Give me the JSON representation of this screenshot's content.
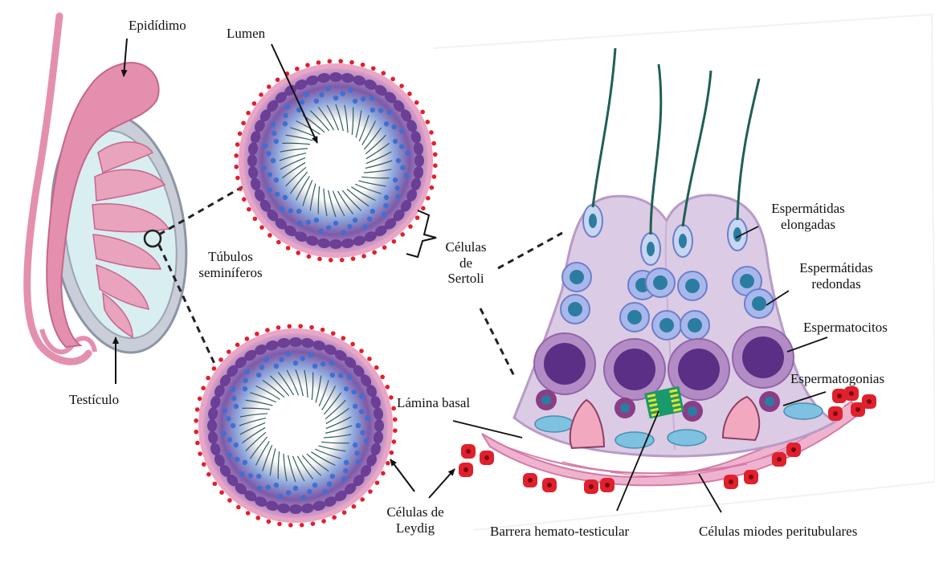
{
  "labels": {
    "epididimo": "Epidídimo",
    "testiculo": "Testículo",
    "lumen": "Lumen",
    "tubulos_1": "Túbulos",
    "tubulos_2": "seminíferos",
    "sertoli_1": "Células",
    "sertoli_2": "de",
    "sertoli_3": "Sertoli",
    "leydig_1": "Células de",
    "leydig_2": "Leydig",
    "lamina_basal": "Lámina basal",
    "barrera": "Barrera hemato-testicular",
    "miodes": "Células miodes peritubulares",
    "elongadas_1": "Espermátidas",
    "elongadas_2": "elongadas",
    "redondas_1": "Espermátidas",
    "redondas_2": "redondas",
    "espermatocitos": "Espermatocitos",
    "espermatogonias": "Espermatogonias"
  },
  "colors": {
    "testis_pink": "#e58fae",
    "testis_dark": "#c5668c",
    "capsule_gray": "#9aa4b4",
    "tubule_purple": "#6b3f95",
    "tubule_pink": "#e9a6c6",
    "spermatid_blue": "#a9b8ec",
    "nucleus_blue": "#2b7ca1",
    "sertoli_body": "#dccbe4",
    "leydig_red": "#e0202c",
    "sperm_tail": "#1f5f55",
    "barrier_green": "#1a9a6a",
    "barrier_yellow": "#e8e32a"
  }
}
